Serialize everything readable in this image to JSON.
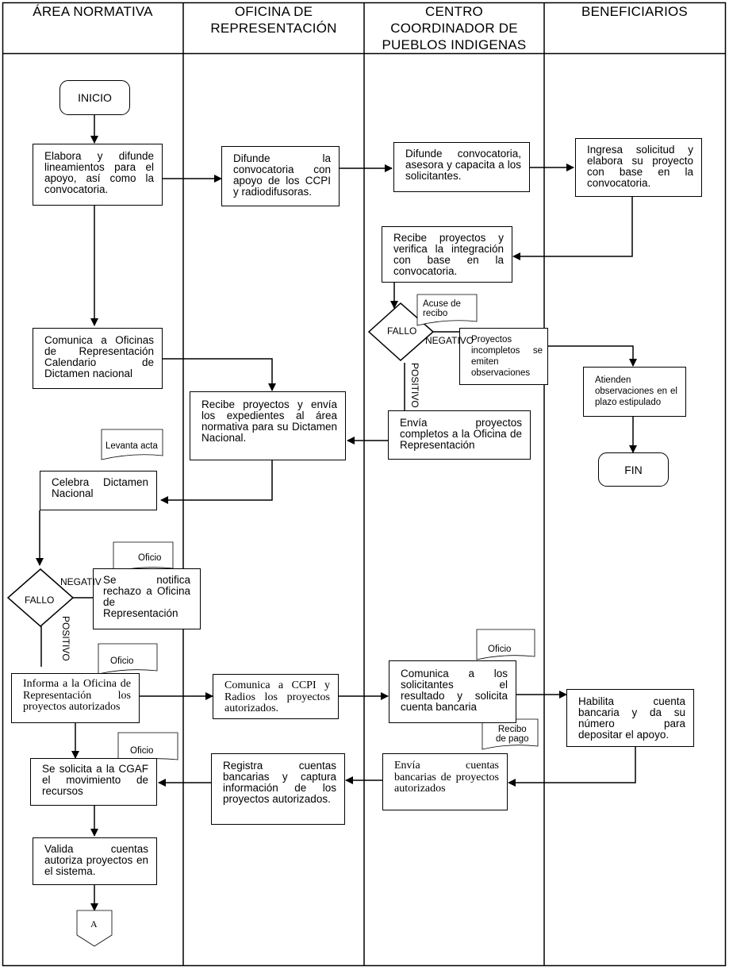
{
  "lanes": {
    "area_normativa": "ÁREA NORMATIVA",
    "oficina": [
      "OFICINA DE",
      "REPRESENTACIÓN"
    ],
    "ccpi": [
      "CENTRO",
      "COORDINADOR DE",
      "PUEBLOS INDIGENAS"
    ],
    "beneficiarios": "BENEFICIARIOS"
  },
  "terminals": {
    "inicio": "INICIO",
    "fin": "FIN"
  },
  "steps": {
    "elabora": "Elabora y difunde lineamientos para el apoyo, así como la convocatoria.",
    "difunde_or": "Difunde la convocatoria con apoyo de los CCPI y radiodifusoras.",
    "difunde_ccpi": "Difunde convocatoria, asesora y capacita a los solicitantes.",
    "ingresa": "Ingresa solicitud y elabora su proyecto con base en la convocatoria.",
    "recibe_verifica": "Recibe proyectos y verifica la integración con base en la convocatoria.",
    "comunica_or": "Comunica a Oficinas de Representación Calendario de Dictamen nacional",
    "proyectos_incompletos": "Proyectos incompletos se emiten observaciones",
    "atienden": "Atienden observaciones en el plazo estipulado",
    "recibe_envia": "Recibe proyectos y envía los expedientes al área normativa para su Dictamen Nacional.",
    "envia_completos": "Envía proyectos completos a la Oficina de Representación",
    "celebra": "Celebra Dictamen Nacional",
    "notifica": "Se notifica rechazo a Oficina de Representación",
    "informa": "Informa a la Oficina de Representación los proyectos autorizados",
    "comunica_ccpi": "Comunica a CCPI y Radios los proyectos autorizados.",
    "comunica_solicitantes": "Comunica a los solicitantes el resultado y solicita cuenta bancaria",
    "habilita": "Habilita cuenta bancaria y da su número para depositar el apoyo.",
    "solicita_cgaf": "Se solicita a la CGAF el movimiento de recursos",
    "registra": "Registra cuentas bancarias y captura información de los proyectos autorizados.",
    "envia_cuentas": "Envía cuentas bancarias de proyectos autorizados",
    "valida": "Valida cuentas autoriza proyectos en el sistema."
  },
  "decisions": {
    "fallo_ccpi": "FALLO",
    "fallo_an": "FALLO"
  },
  "flow_labels": {
    "negativo_ccpi": "NEGATIVO",
    "positivo_ccpi": "POSITIVO",
    "negativo_an": "NEGATIV",
    "positivo_an": "POSITIVO"
  },
  "documents": {
    "acuse": [
      "Acuse de",
      "recibo"
    ],
    "levanta_acta": "Levanta acta",
    "oficio_1": "Oficio",
    "oficio_2": "Oficio",
    "oficio_3": "Oficio",
    "oficio_4": "Oficio",
    "recibo_pago": [
      "Recibo",
      "de pago"
    ]
  },
  "connector": {
    "label": "A"
  }
}
